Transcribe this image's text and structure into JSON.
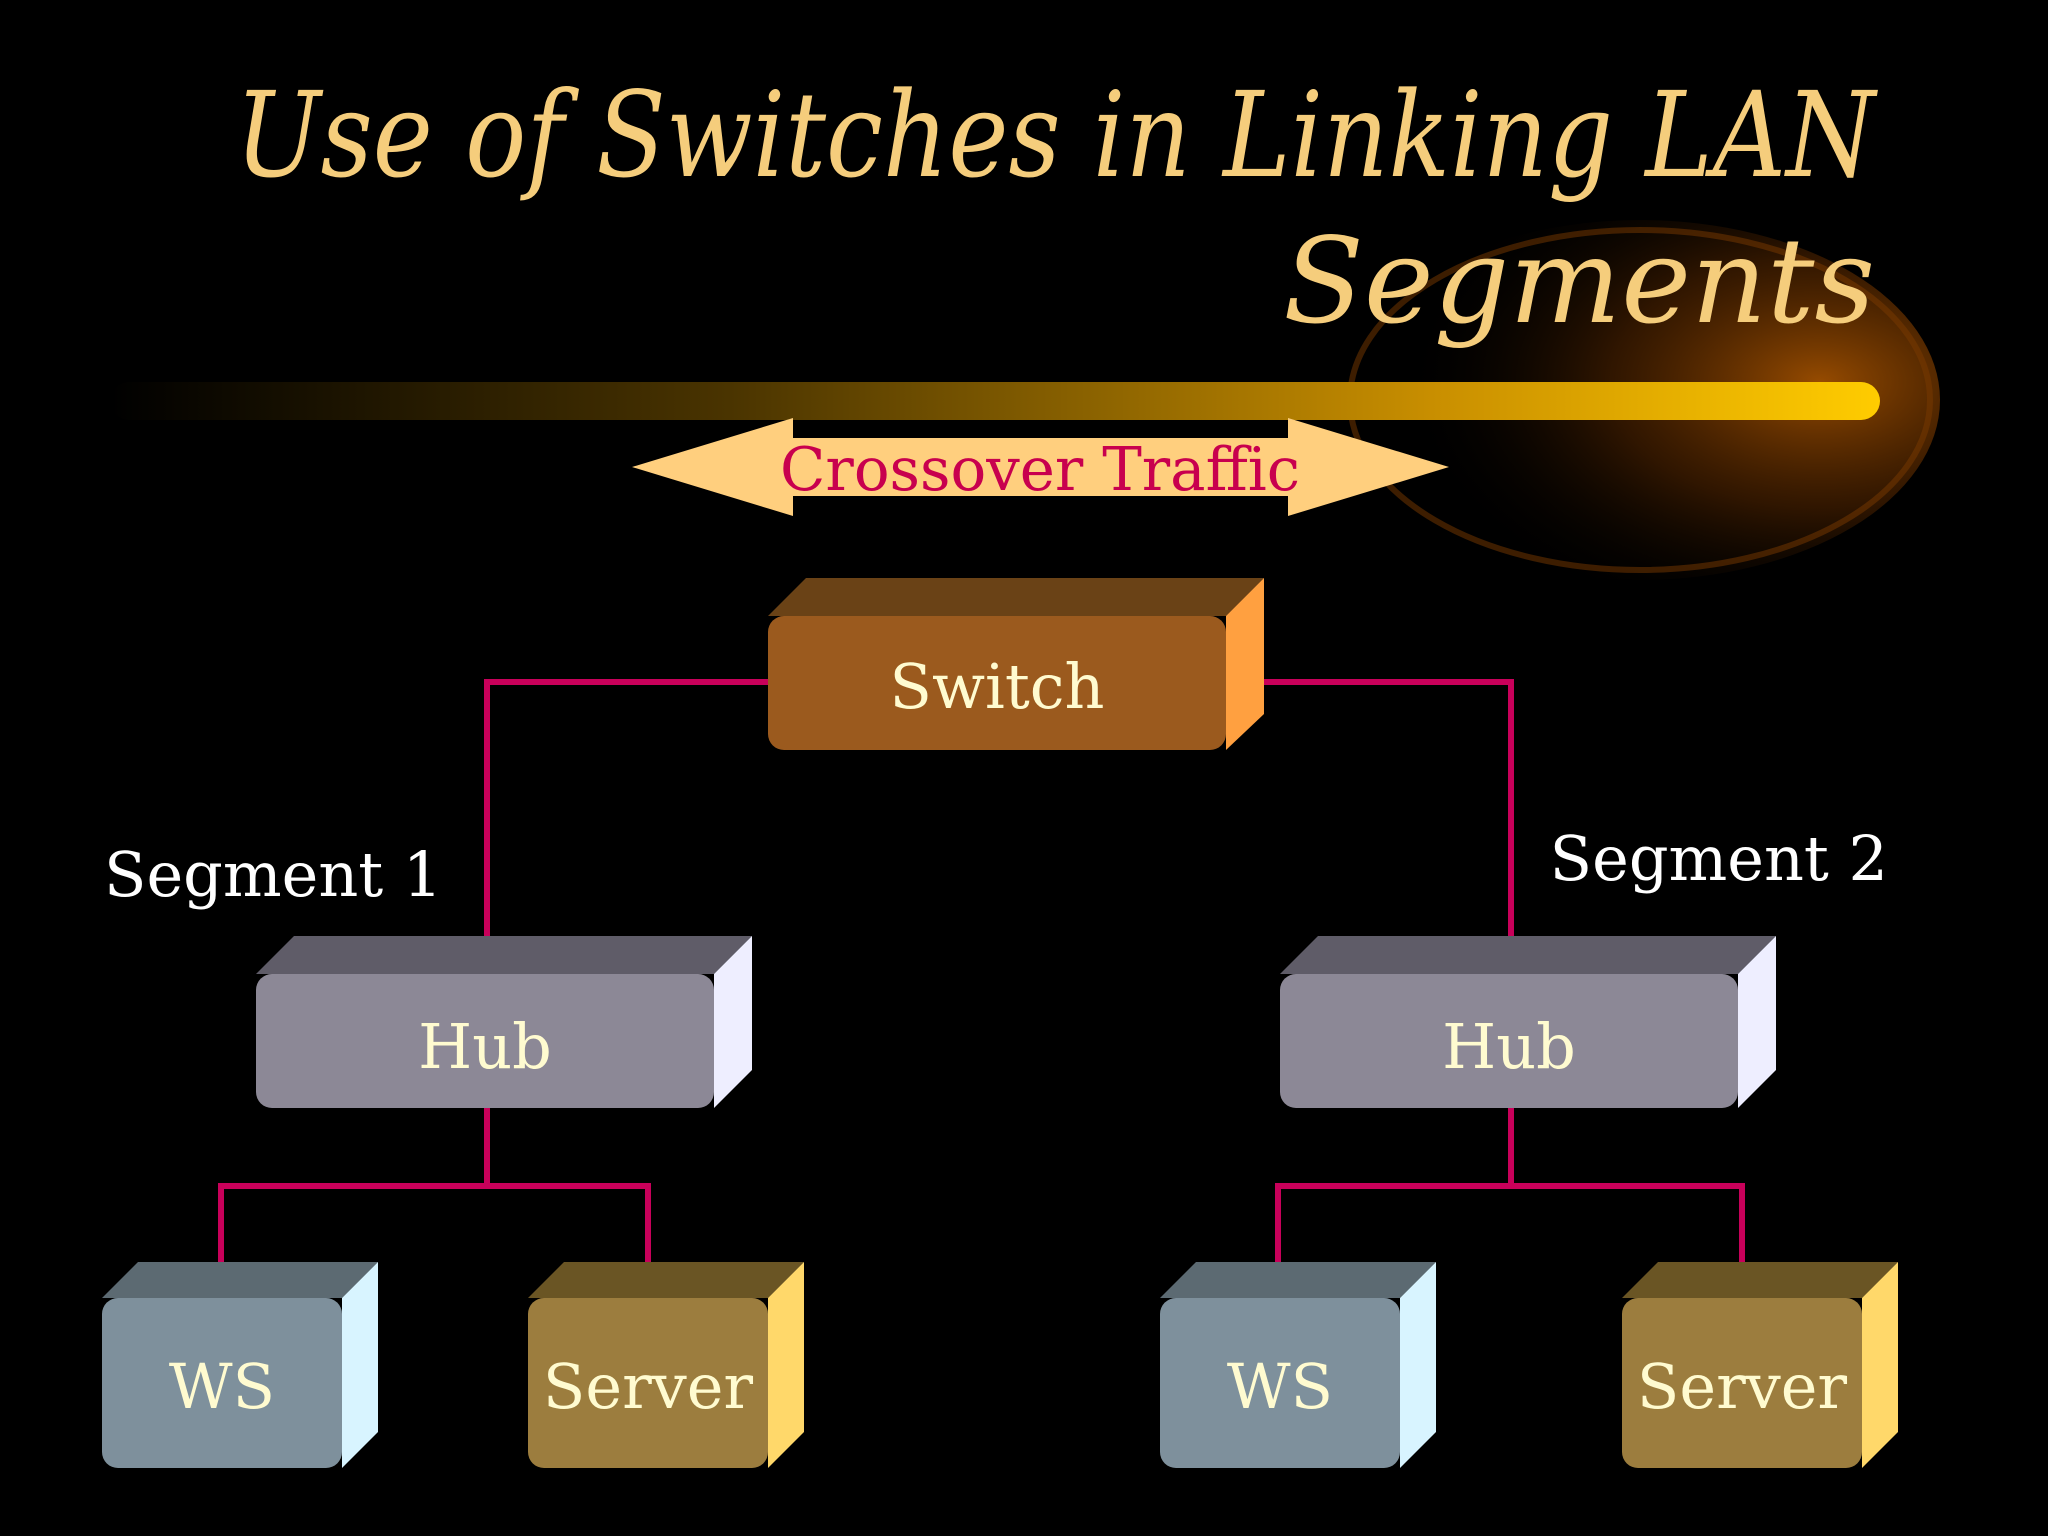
{
  "title": {
    "line1": "Use of Switches in Linking LAN",
    "line2": "Segments"
  },
  "crossover": {
    "label": "Crossover Traffic"
  },
  "switch": {
    "label": "Switch"
  },
  "segments": [
    {
      "label": "Segment 1",
      "hub": "Hub",
      "ws": "WS",
      "server": "Server"
    },
    {
      "label": "Segment 2",
      "hub": "Hub",
      "ws": "WS",
      "server": "Server"
    }
  ],
  "colors": {
    "title": "#f5cd7c",
    "wire": "#c8005a",
    "switch": "#9b5a1e",
    "hub": "#8c8896",
    "ws": "#7e909c",
    "server": "#9c7d3e",
    "arrow": "#ffcf7e"
  }
}
